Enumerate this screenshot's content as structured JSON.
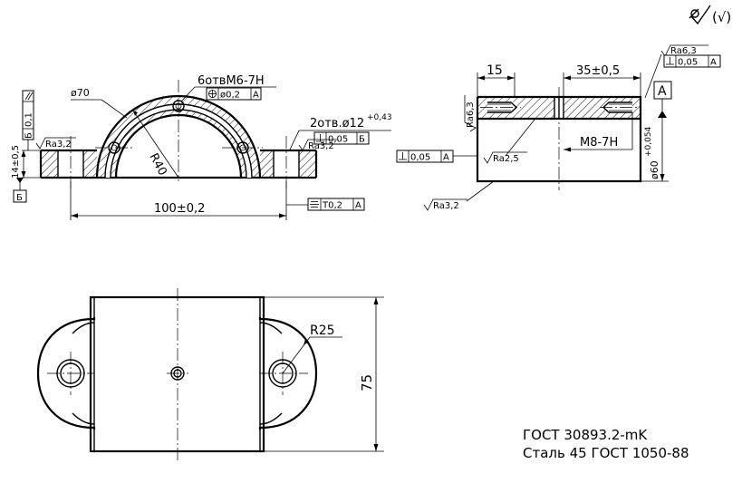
{
  "dimensions": {
    "holes_thread": "6отвМ6-7Н",
    "diameter_70": "ø70",
    "radius_40": "R40",
    "two_holes": "2отв.ø12",
    "two_holes_tol": "+0,43",
    "height_14": "14±0,5",
    "width_100": "100±0,2",
    "dim_15": "15",
    "dim_35": "35±0,5",
    "thread_m8": "M8-7H",
    "diameter_60": "ø60",
    "diameter_60_tol": "+0,054",
    "radius_25": "R25",
    "dim_75": "75"
  },
  "tolerance_frames": {
    "position_holes": {
      "value": "ø0,2",
      "datum": "A"
    },
    "parallel_left": {
      "value": "0,1",
      "datum": "Б"
    },
    "perp_holes": {
      "value": "0,05",
      "datum": "Б"
    },
    "symmetry": {
      "value": "T0,2",
      "datum": "A"
    },
    "perp_top_right": {
      "value": "0,05",
      "datum": "A"
    },
    "perp_left_side": {
      "value": "0,05",
      "datum": "A"
    }
  },
  "datums": {
    "a": "A",
    "b": "Б"
  },
  "roughness": {
    "ra32_a": "Ra3,2",
    "ra32_b": "Ra3,2",
    "ra63_top": "Ra6,3",
    "ra63_side": "Ra6,3",
    "ra25": "Ra2,5",
    "ra32_c": "Ra3,2",
    "general": "(√)"
  },
  "notes": {
    "line1": "ГОСТ 30893.2-mK",
    "line2": "Сталь 45 ГОСТ 1050-88"
  }
}
